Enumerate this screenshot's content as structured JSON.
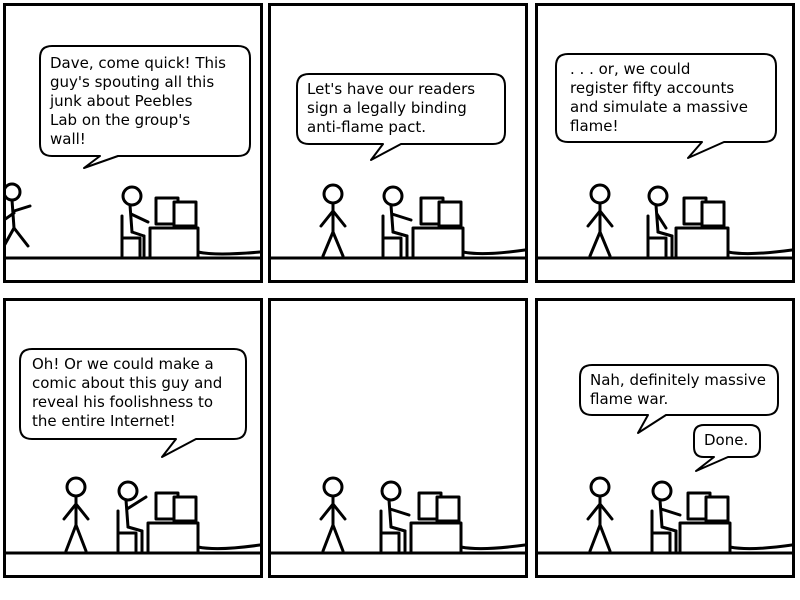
{
  "comic": {
    "panels": [
      {
        "label": "panel-1",
        "bubbles": [
          {
            "text": "Dave, come quick! This\nguy's spouting all this\njunk about Peebles\nLab on the group's\nwall!"
          }
        ]
      },
      {
        "label": "panel-2",
        "bubbles": [
          {
            "text": "Let's have our readers\nsign a legally binding\nanti-flame pact."
          }
        ]
      },
      {
        "label": "panel-3",
        "bubbles": [
          {
            "text": ". . . or, we could\nregister fifty accounts\nand simulate a massive\nflame!"
          }
        ]
      },
      {
        "label": "panel-4",
        "bubbles": [
          {
            "text": "Oh! Or we could make a\ncomic about this guy and\nreveal his foolishness to\nthe entire Internet!"
          }
        ]
      },
      {
        "label": "panel-5",
        "bubbles": []
      },
      {
        "label": "panel-6",
        "bubbles": [
          {
            "text": "Nah, definitely massive\nflame war."
          },
          {
            "text": "Done."
          }
        ]
      }
    ]
  },
  "colors": {
    "ink": "#000000",
    "paper": "#ffffff"
  }
}
